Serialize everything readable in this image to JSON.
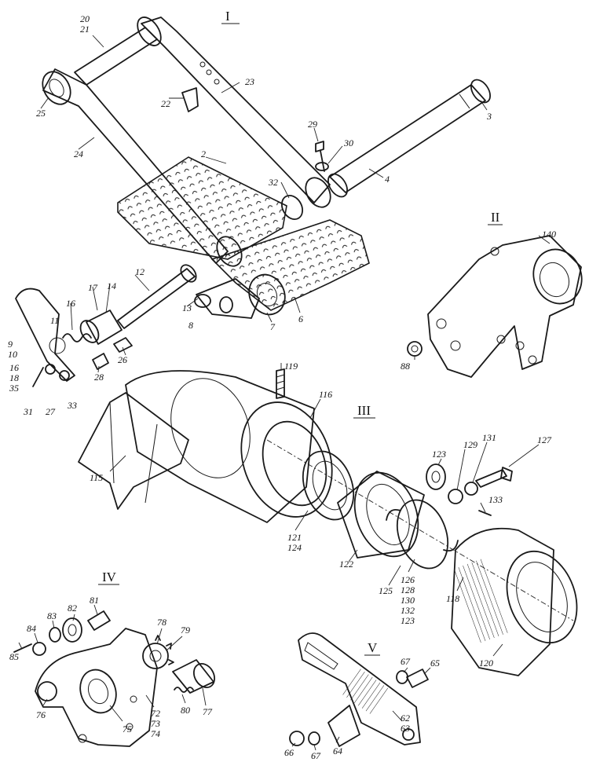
{
  "sections": [
    {
      "id": "I",
      "label": "I"
    },
    {
      "id": "II",
      "label": "II"
    },
    {
      "id": "III",
      "label": "III"
    },
    {
      "id": "IV",
      "label": "IV"
    },
    {
      "id": "V",
      "label": "V"
    }
  ],
  "callouts": {
    "c20_21": "20\n21",
    "c25": "25",
    "c24": "24",
    "c22": "22",
    "c23": "23",
    "c3": "3",
    "c29": "29",
    "c30": "30",
    "c4": "4",
    "c2": "2",
    "c32": "32",
    "c12": "12",
    "c17": "17",
    "c14": "14",
    "c16_top": "16",
    "c11": "11",
    "c9_10": "9\n10",
    "c13": "13",
    "c8": "8",
    "c7": "7",
    "c6": "6",
    "c26": "26",
    "c28": "28",
    "c16_18_35": "16\n18\n35",
    "c31": "31",
    "c27": "27",
    "c33": "33",
    "c140": "140",
    "c88": "88",
    "c119": "119",
    "c116": "116",
    "c115": "115",
    "c121_124": "121\n124",
    "c122": "122",
    "c125": "125",
    "c126_list": "126\n128\n130\n132\n123",
    "c123": "123",
    "c129": "129",
    "c131": "131",
    "c127": "127",
    "c133": "133",
    "c118": "118",
    "c120": "120",
    "c81": "81",
    "c82": "82",
    "c83": "83",
    "c84": "84",
    "c85": "85",
    "c78": "78",
    "c79": "79",
    "c76": "76",
    "c75": "75",
    "c72_list": "72\n73\n74",
    "c80": "80",
    "c77": "77",
    "c67_top": "67",
    "c65": "65",
    "c66": "66",
    "c67_bot": "67",
    "c64": "64",
    "c62_63": "62\n63"
  },
  "icons": {
    "I": "pedal-lever-assembly-icon",
    "II": "bracket-icon",
    "III": "drum-clutch-assembly-icon",
    "IV": "lever-and-gear-icon",
    "V": "plate-bracket-icon"
  }
}
